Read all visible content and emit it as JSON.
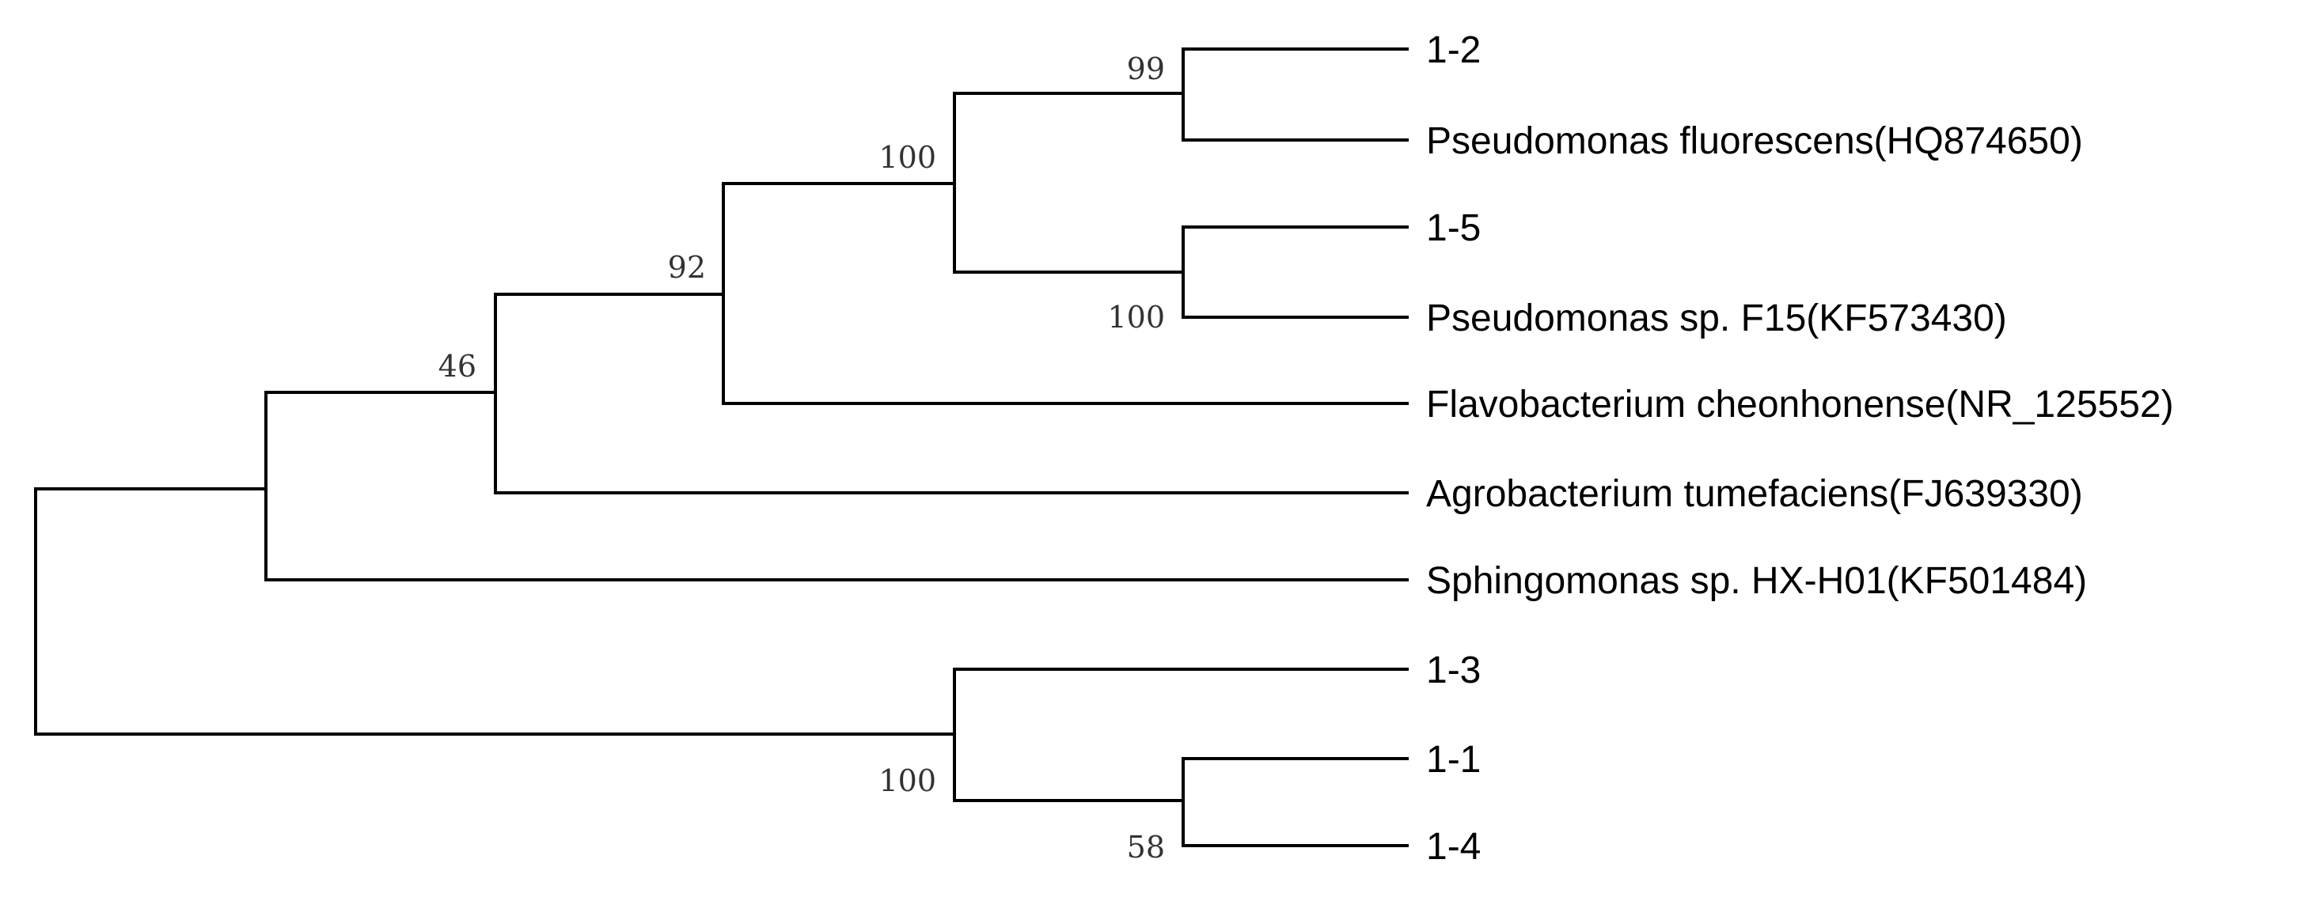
{
  "tree": {
    "taxa": [
      "1-2",
      "Pseudomonas fluorescens(HQ874650)",
      "1-5",
      "Pseudomonas sp. F15(KF573430)",
      "Flavobacterium cheonhonense(NR_125552)",
      "Agrobacterium tumefaciens(FJ639330)",
      "Sphingomonas sp. HX-H01(KF501484)",
      "1-3",
      "1-1",
      "1-4"
    ],
    "bootstrap": {
      "n99": "99",
      "n100_upper": "100",
      "n92": "92",
      "n46": "46",
      "n100_pair": "100",
      "n100_lower": "100",
      "n58": "58"
    },
    "topology": "((((((1-2,Pseudomonas fluorescens(HQ874650))99,(1-5,Pseudomonas sp. F15(KF573430))100)100,Flavobacterium cheonhonense(NR_125552))92,Agrobacterium tumefaciens(FJ639330))46,Sphingomonas sp. HX-H01(KF501484)),(1-3,(1-1,1-4)58)100)"
  }
}
